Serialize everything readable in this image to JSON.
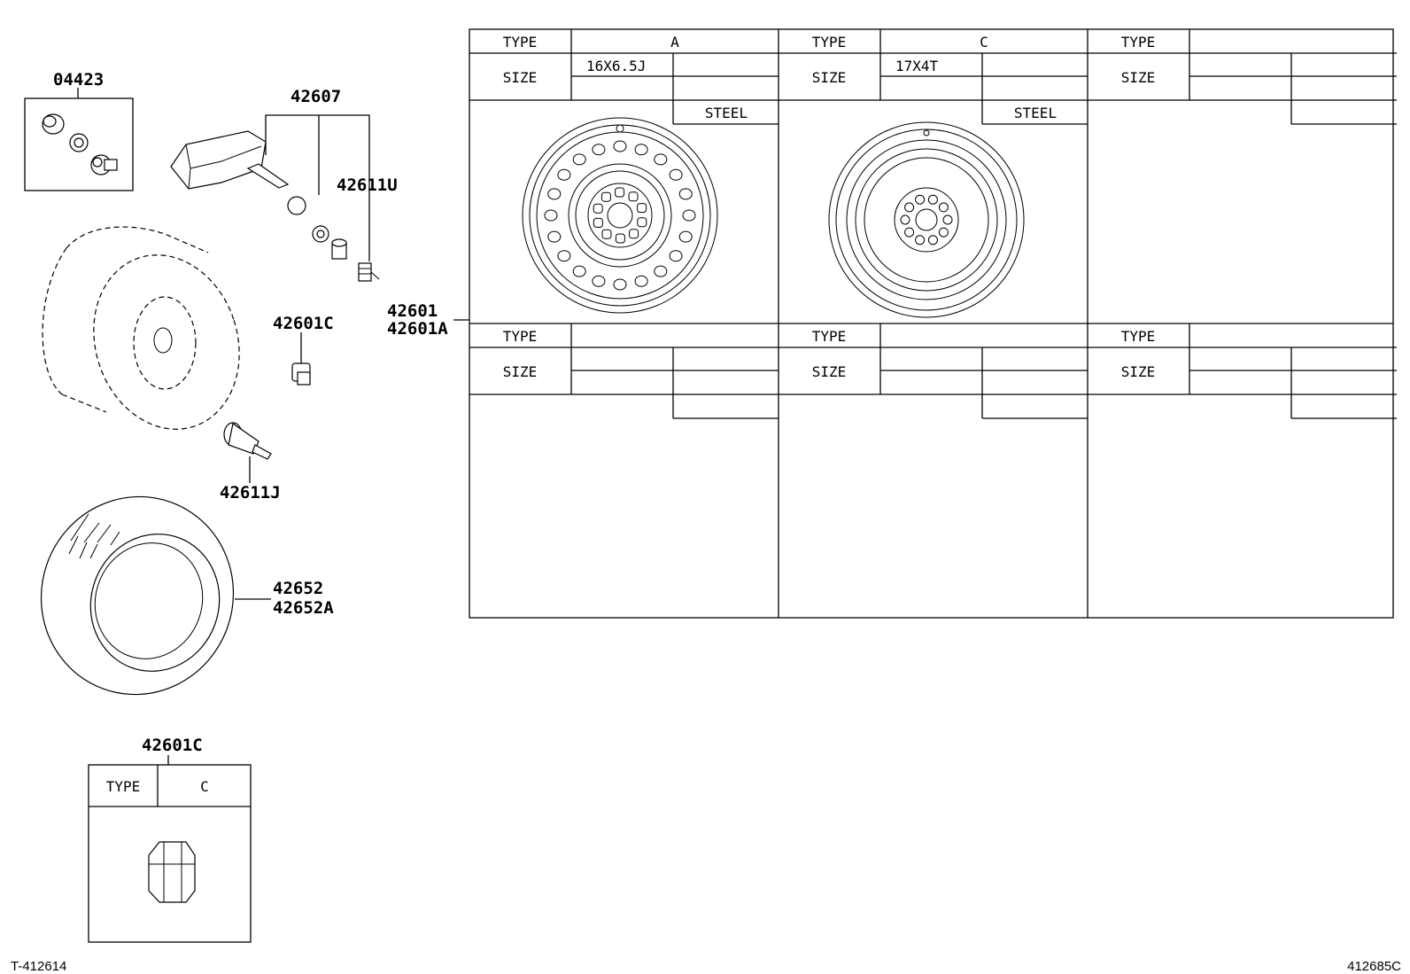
{
  "parts": {
    "p04423": "04423",
    "p42607": "42607",
    "p42611U": "42611U",
    "p42601C_valve": "42601C",
    "p42611J": "42611J",
    "p42652": "42652",
    "p42652A": "42652A",
    "p42601": "42601",
    "p42601A": "42601A",
    "p42601C_nut": "42601C"
  },
  "wheel_table": {
    "type_label": "TYPE",
    "size_label": "SIZE",
    "panels": [
      {
        "type": "A",
        "size": "16X6.5J",
        "material": "STEEL"
      },
      {
        "type": "C",
        "size": "17X4T",
        "material": "STEEL"
      },
      {
        "type": "",
        "size": "",
        "material": ""
      },
      {
        "type": "",
        "size": "",
        "material": ""
      },
      {
        "type": "",
        "size": "",
        "material": ""
      },
      {
        "type": "",
        "size": "",
        "material": ""
      }
    ]
  },
  "nut_table": {
    "type_label": "TYPE",
    "type": "C"
  },
  "footer": {
    "left": "T-412614",
    "right": "412685C"
  }
}
